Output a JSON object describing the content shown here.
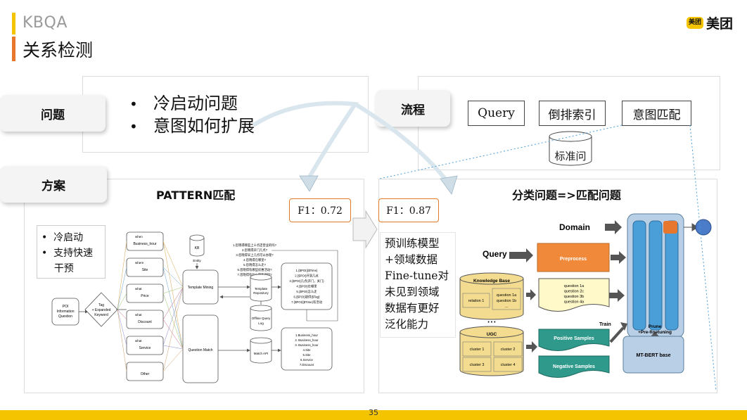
{
  "header": {
    "eyebrow": "KBQA",
    "title": "关系检测",
    "logo_badge": "美团",
    "logo_text": "美团"
  },
  "problem": {
    "tab": "问题",
    "bullets": [
      "冷启动问题",
      "意图如何扩展"
    ]
  },
  "process": {
    "tab": "流程",
    "steps": [
      "Query",
      "倒排索引",
      "意图匹配"
    ],
    "store": "标准问"
  },
  "solution": {
    "tab": "方案"
  },
  "pattern": {
    "title": "PATTERN匹配",
    "f1": "F1：0.72",
    "notes": [
      "冷启动",
      "支持快速",
      "干预"
    ],
    "diagram": {
      "poi": [
        "POI",
        "Information",
        "Question"
      ],
      "decision": [
        "Tag",
        "+ Expanded",
        "Keyword"
      ],
      "intents": [
        [
          "when",
          "Business_hour"
        ],
        [
          "where",
          "Site"
        ],
        [
          "what",
          "Price"
        ],
        [
          "what",
          "Discount"
        ],
        [
          "what",
          "Service"
        ],
        [
          "",
          "Other"
        ]
      ],
      "kb": "KB",
      "entity": "Entity",
      "template_mining": "Template Mining",
      "question_match": "Question Match",
      "template_repo": [
        "Template",
        "Repository"
      ],
      "offline_log": [
        "Offline Query",
        "Log"
      ],
      "match_api": "Match API",
      "questions": [
        "1.您晓得哪些上十点还营业的吗?",
        "2.您晓得开门几点?",
        "3.您晓得早上几点可以办理?",
        "4.您晓得在哪里?",
        "5.您晓得怎么走?",
        "6.您晓得有哪些优惠活动?",
        "7.您晓得有什么服务项目?"
      ],
      "templates": [
        "1.{$POI}{$Time}",
        "2.{$POI}开到几点",
        "3.{$POI}几点(开门，关门)",
        "4.{$POI}在哪里",
        "5.{$POI}怎么走",
        "6.{$POI}提供{$Tag}",
        "7.{$POI}{$Time}有活动"
      ],
      "results": [
        "1.Business_hour",
        "2. Business_hour",
        "3. Business_hour",
        "4.Site",
        "5.Site",
        "6.Service",
        "7.Discount"
      ]
    }
  },
  "classify": {
    "title": "分类问题=>匹配问题",
    "f1": "F1：0.87",
    "notes": [
      "预训练模型",
      "+领域数据",
      "Fine-tune对",
      "未见到领域",
      "数据有更好",
      "泛化能力"
    ],
    "diagram": {
      "domain": "Domain",
      "query": "Query",
      "preprocess": "Preprocess",
      "knowledge_base": "Knowledge Base",
      "relation": "relation 1",
      "kb_questions": [
        "question 1a",
        "question 1b",
        "..."
      ],
      "ellipsis": "• • •",
      "ugc": "UGC",
      "clusters": [
        "cluster 1",
        "cluster 2",
        "cluster 3",
        "cluster 4"
      ],
      "doc_questions": [
        "question 1a",
        "question 2c",
        "question 3b",
        "question 4a"
      ],
      "positive": "Positive Samples",
      "negative": "Negative Samples",
      "train": "Train",
      "prune": [
        "Prune",
        "+Pre-finetuning"
      ],
      "model": "MT-BERT base"
    }
  },
  "footer": {
    "page": "35"
  },
  "colors": {
    "accent_yellow": "#f5c400",
    "accent_orange": "#e8772e",
    "model_blue": "#4a9fd8",
    "teal": "#2f9a8c",
    "kb_yellow": "#f3dc90"
  }
}
